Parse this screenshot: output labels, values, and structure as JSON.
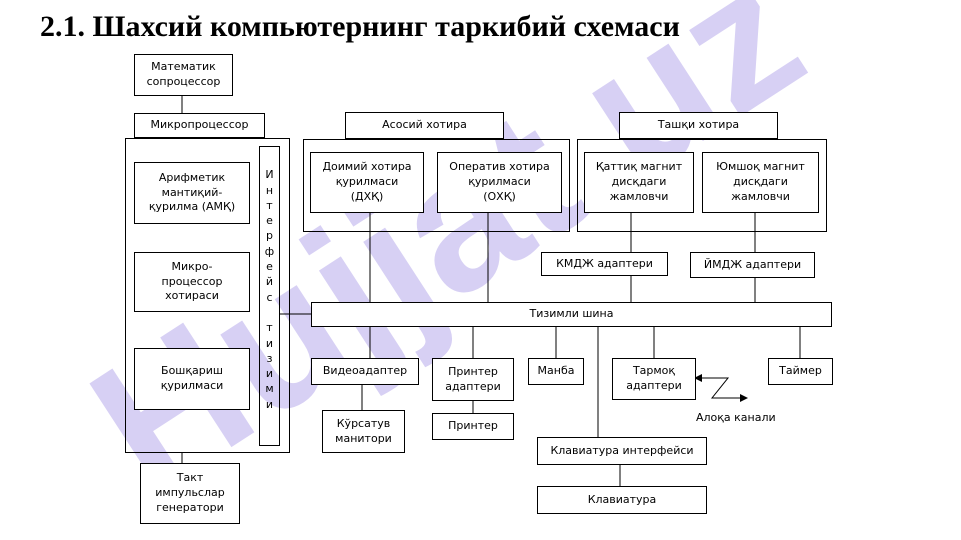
{
  "title": "2.1. Шахсий компьютернинг таркибий схемаси",
  "watermark": {
    "text": "Hujjat.uz",
    "color": "#c9c0f0"
  },
  "boxes": {
    "math_coprocessor": "Математик\nсопроцессор",
    "microprocessor": "Микропроцессор",
    "alu": "Арифметик\nмантиқий-\nқурилма (АМҚ)",
    "microprocessor_memory": "Микро-\nпроцессор\nхотираси",
    "control_unit": "Бошқариш\nқурилмаси",
    "interface_bus": "Интерфейс\n\nтизими",
    "clock_generator": "Такт\nимпульслар\nгенератори",
    "main_memory": "Асосий хотира",
    "rom": "Доимий хотира\nқурилмаси\n(ДХҚ)",
    "ram": "Оператив хотира\nқурилмаси\n(ОХҚ)",
    "external_memory": "Ташқи хотира",
    "hdd": "Қаттиқ магнит\nдисқдаги\nжамловчи",
    "fdd": "Юмшоқ магнит\nдисқдаги\nжамловчи",
    "hdd_adapter": "КМДЖ адаптери",
    "fdd_adapter": "ЙМДЖ адаптери",
    "system_bus": "Тизимли шина",
    "video_adapter": "Видеоадаптер",
    "monitor": "Кўрсатув\nманитори",
    "printer_adapter": "Принтер\nадаптери",
    "printer": "Принтер",
    "power_supply": "Манба",
    "network_adapter": "Тармоқ\nадаптери",
    "timer": "Таймер",
    "communication_channel": "Алоқа канали",
    "keyboard_interface": "Клавиатура интерфейси",
    "keyboard": "Клавиатура"
  }
}
